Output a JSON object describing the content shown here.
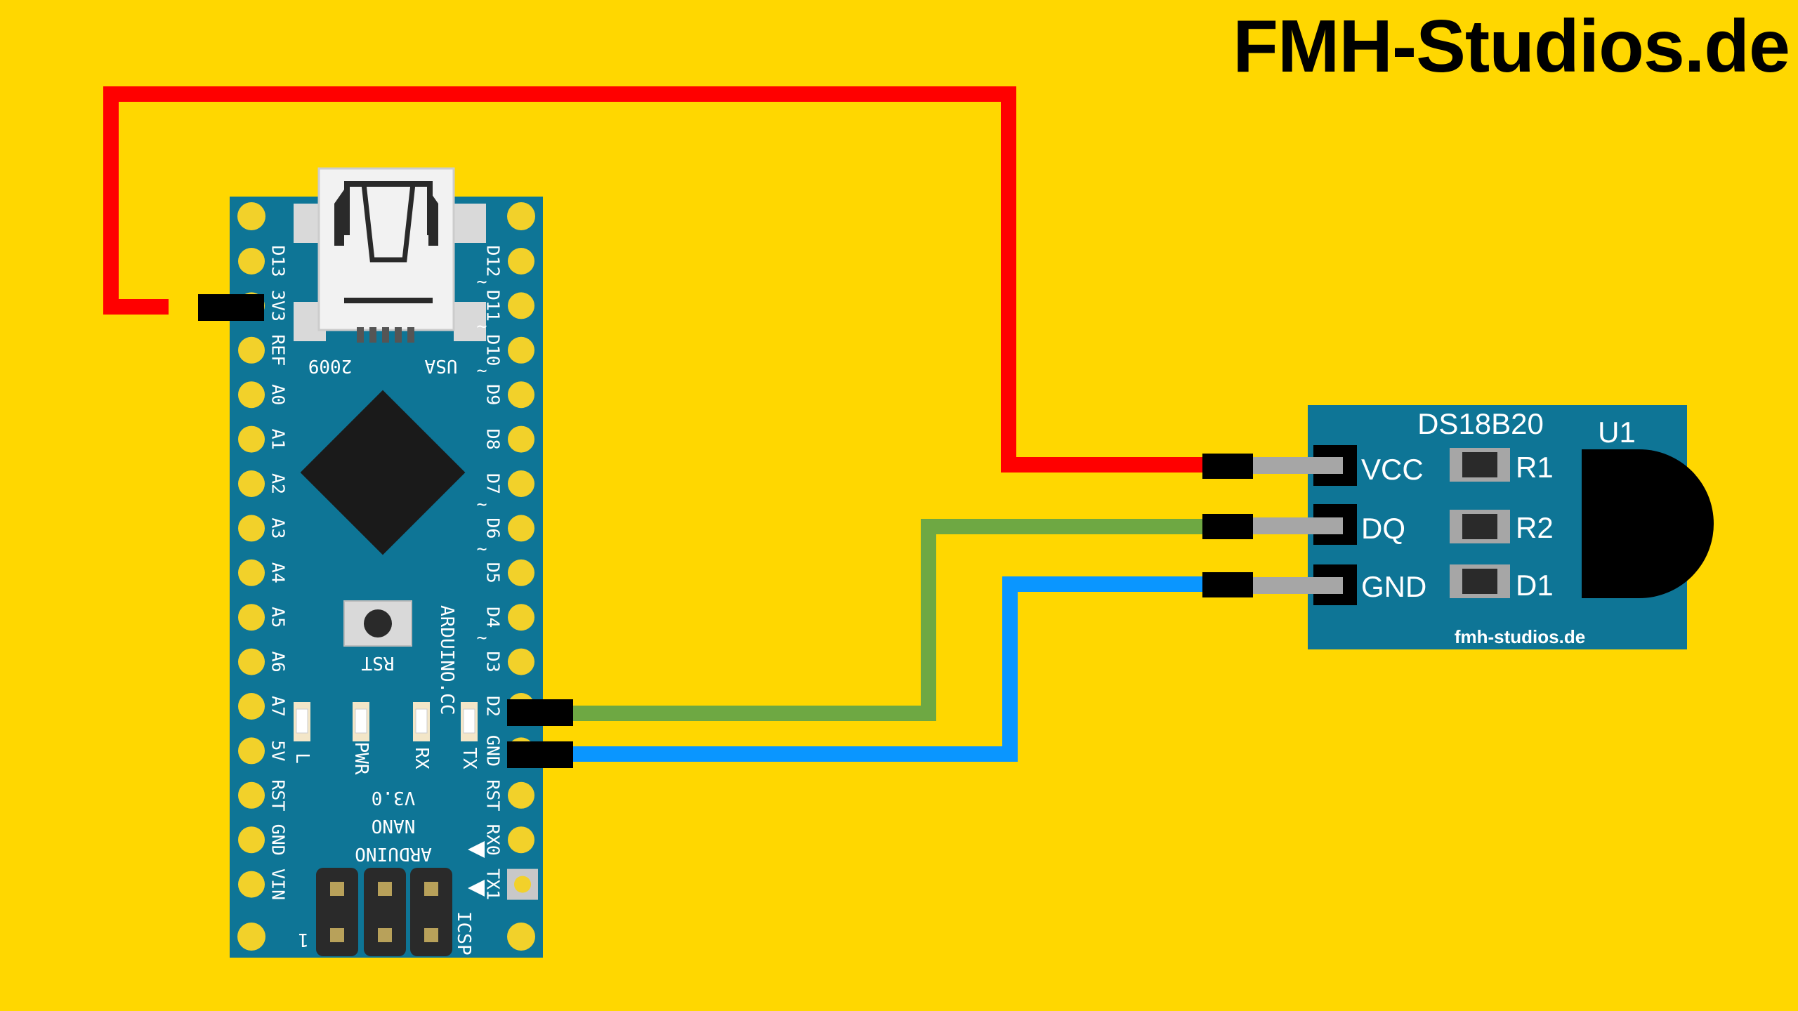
{
  "brand": {
    "text": "FMH-Studios.de"
  },
  "colors": {
    "background": "#FFD700",
    "board": "#0E7596",
    "wire_vcc": "#FF0000",
    "wire_dq": "#6EA843",
    "wire_gnd": "#0A96FF",
    "pad": "#F2D12A"
  },
  "arduino": {
    "left_pins": [
      "D13",
      "3V3",
      "REF",
      "A0",
      "A1",
      "A2",
      "A3",
      "A4",
      "A5",
      "A6",
      "A7",
      "5V",
      "RST",
      "GND",
      "VIN"
    ],
    "right_pins": [
      "D12",
      "D11",
      "D10",
      "D9",
      "D8",
      "D7",
      "D6",
      "D5",
      "D4",
      "D3",
      "D2",
      "GND",
      "RST",
      "RX0",
      "TX1"
    ],
    "pwm_pins": [
      "D11",
      "D10",
      "D9",
      "D6",
      "D5",
      "D3"
    ],
    "usb_labels": {
      "left": "2009",
      "right": "USA"
    },
    "reset_label": "RST",
    "maker": "ARDUINO.CC",
    "leds": [
      "L",
      "PWR",
      "RX",
      "TX"
    ],
    "name_lines": [
      "ARDUINO",
      "NANO",
      "V3.0"
    ],
    "icsp_label": "ICSP",
    "icsp_pin1": "1"
  },
  "module": {
    "title": "DS18B20",
    "ref": "U1",
    "pins": [
      "VCC",
      "DQ",
      "GND"
    ],
    "parts": [
      "R1",
      "R2",
      "D1"
    ],
    "url": "fmh-studios.de"
  },
  "connections": [
    {
      "from": "3V3",
      "to": "VCC",
      "color": "#FF0000"
    },
    {
      "from": "D2",
      "to": "DQ",
      "color": "#6EA843"
    },
    {
      "from": "GND",
      "to": "GND",
      "color": "#0A96FF"
    }
  ]
}
